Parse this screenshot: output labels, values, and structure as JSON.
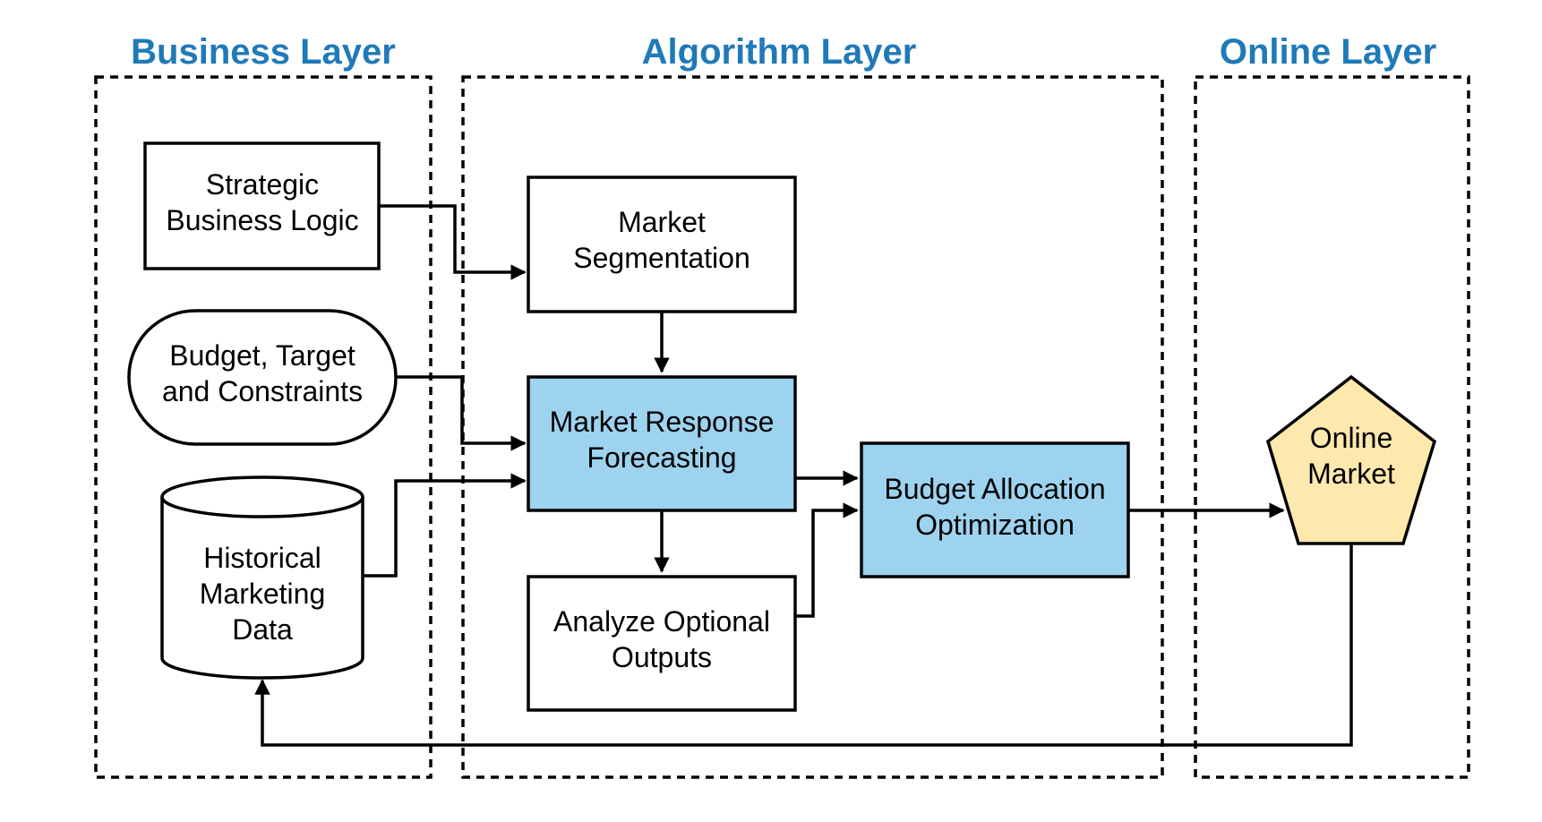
{
  "colors": {
    "title": "#1f7ab8",
    "highlight": "#9ed3ef",
    "online_market": "#fde8ad",
    "plain": "#ffffff"
  },
  "layers": {
    "business": "Business Layer",
    "algorithm": "Algorithm Layer",
    "online": "Online Layer"
  },
  "nodes": {
    "strategic": [
      "Strategic",
      "Business Logic"
    ],
    "budget_target": [
      "Budget, Target",
      "and Constraints"
    ],
    "historical": [
      "Historical",
      "Marketing",
      "Data"
    ],
    "segmentation": [
      "Market",
      "Segmentation"
    ],
    "forecasting": [
      "Market Response",
      "Forecasting"
    ],
    "analyze": [
      "Analyze Optional",
      "Outputs"
    ],
    "optimization": [
      "Budget Allocation",
      "Optimization"
    ],
    "online_market": [
      "Online",
      "Market"
    ]
  },
  "edges": [
    [
      "strategic",
      "segmentation"
    ],
    [
      "budget_target",
      "forecasting"
    ],
    [
      "historical",
      "forecasting"
    ],
    [
      "segmentation",
      "forecasting"
    ],
    [
      "forecasting",
      "analyze"
    ],
    [
      "forecasting",
      "optimization"
    ],
    [
      "analyze",
      "optimization"
    ],
    [
      "optimization",
      "online_market"
    ],
    [
      "online_market",
      "historical"
    ]
  ]
}
